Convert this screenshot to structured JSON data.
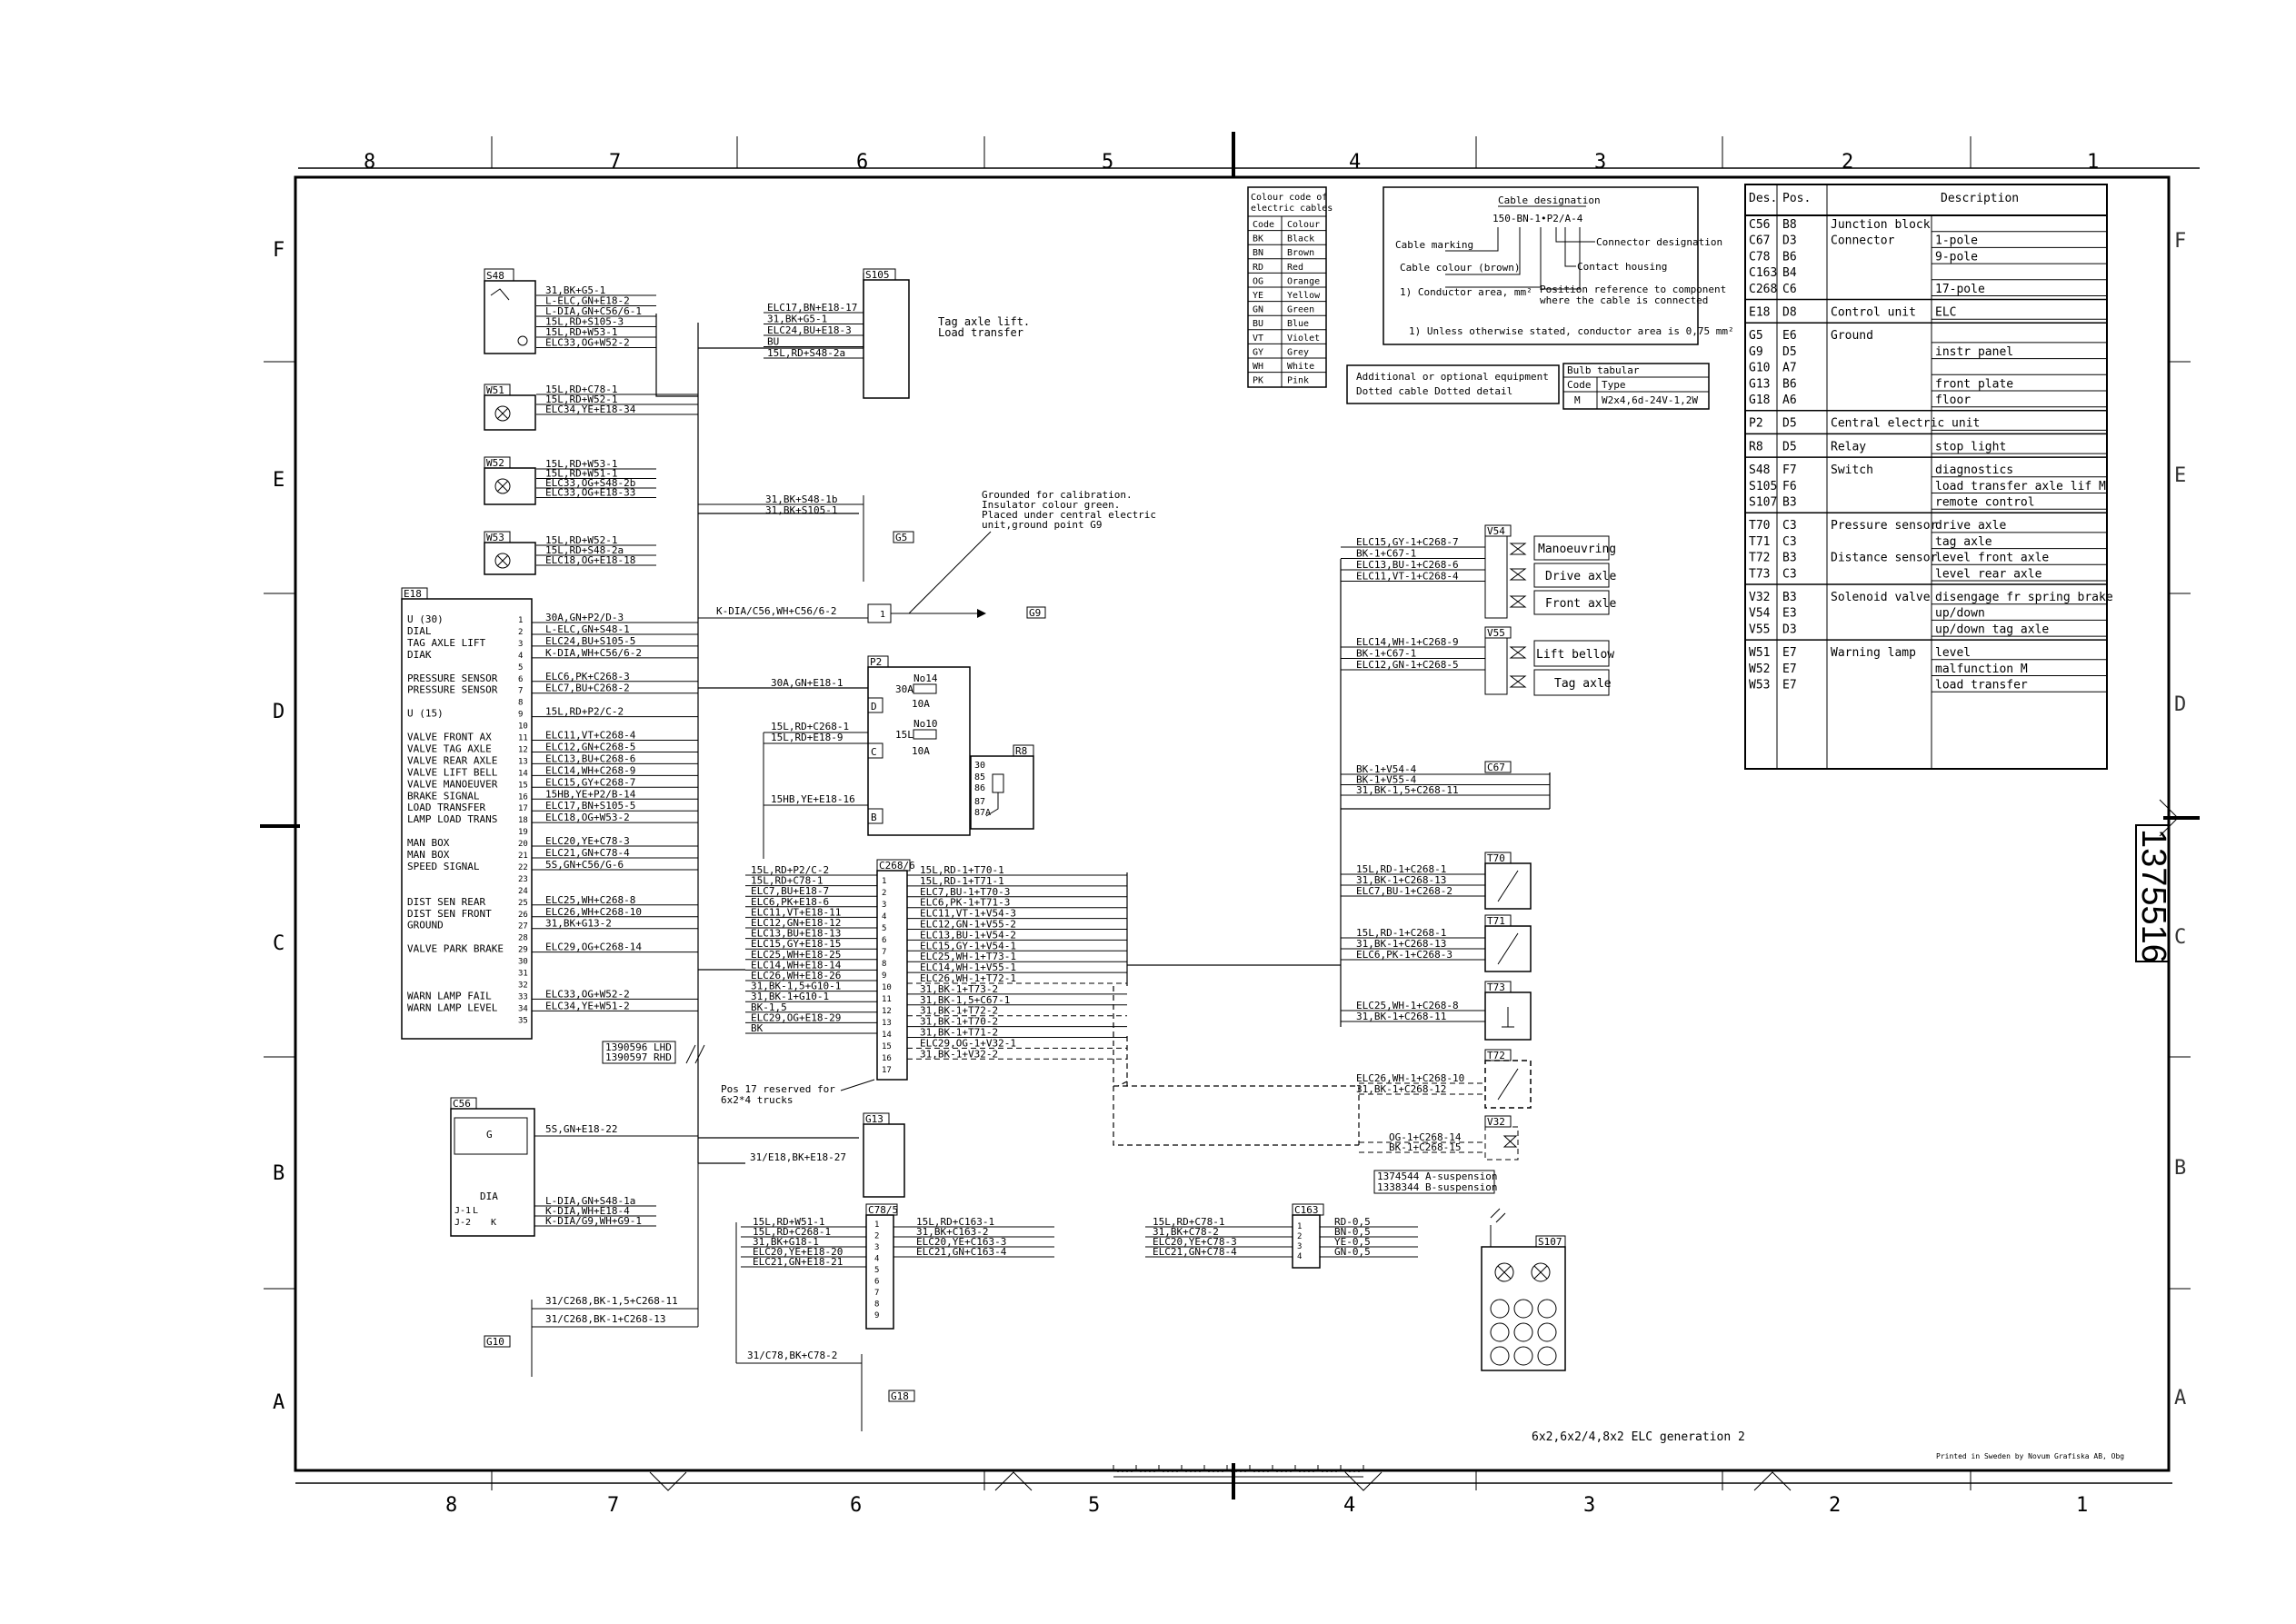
{
  "sheet": {
    "col_numbers": [
      "8",
      "7",
      "6",
      "5",
      "4",
      "3",
      "2",
      "1"
    ],
    "row_letters": [
      "F",
      "E",
      "D",
      "C",
      "B",
      "A"
    ],
    "drawing_number": "1375516",
    "footer_title": "6x2,6x2/4,8x2 ELC generation 2",
    "printer_note": "Printed in Sweden by Novum Grafiska AB, Obg",
    "variant_refs": [
      "1390596 LHD",
      "1390597 RHD"
    ],
    "suspension_refs": [
      "1374544 A-suspension",
      "1338344 B-suspension"
    ]
  },
  "colour_table": {
    "title": [
      "Colour code of",
      "electric cables"
    ],
    "header": [
      "Code",
      "Colour"
    ],
    "rows": [
      [
        "BK",
        "Black"
      ],
      [
        "BN",
        "Brown"
      ],
      [
        "RD",
        "Red"
      ],
      [
        "OG",
        "Orange"
      ],
      [
        "YE",
        "Yellow"
      ],
      [
        "GN",
        "Green"
      ],
      [
        "BU",
        "Blue"
      ],
      [
        "VT",
        "Violet"
      ],
      [
        "GY",
        "Grey"
      ],
      [
        "WH",
        "White"
      ],
      [
        "PK",
        "Pink"
      ]
    ]
  },
  "cable_legend": {
    "title": "Cable designation",
    "example": "150-BN-1•P2/A-4",
    "labels": [
      "Cable marking",
      "Cable colour (brown)",
      "1) Conductor area, mm²",
      "Connector designation",
      "Contact housing",
      "Position reference to component",
      "where the cable is connected"
    ],
    "note": "1) Unless otherwise stated, conductor area is 0,75 mm²"
  },
  "optional_box": [
    "Additional or optional equipment",
    "Dotted cable   Dotted detail"
  ],
  "bulb_table": {
    "title": "Bulb tabular",
    "header": [
      "Code",
      "Type"
    ],
    "rows": [
      [
        "M",
        "W2x4,6d-24V-1,2W"
      ]
    ]
  },
  "component_table": {
    "header": [
      "Des.",
      "Pos.",
      "Description"
    ],
    "rows": [
      [
        "C56",
        "B8",
        "Junction block",
        ""
      ],
      [
        "C67",
        "D3",
        "Connector",
        "1-pole"
      ],
      [
        "C78",
        "B6",
        "",
        "9-pole"
      ],
      [
        "C163",
        "B4",
        "",
        ""
      ],
      [
        "C268",
        "C6",
        "",
        "17-pole"
      ],
      [
        "E18",
        "D8",
        "Control unit",
        "ELC"
      ],
      [
        "G5",
        "E6",
        "Ground",
        ""
      ],
      [
        "G9",
        "D5",
        "",
        "instr panel"
      ],
      [
        "G10",
        "A7",
        "",
        ""
      ],
      [
        "G13",
        "B6",
        "",
        "front plate"
      ],
      [
        "G18",
        "A6",
        "",
        "floor"
      ],
      [
        "P2",
        "D5",
        "Central electric unit",
        ""
      ],
      [
        "R8",
        "D5",
        "Relay",
        "stop light"
      ],
      [
        "S48",
        "F7",
        "Switch",
        "diagnostics"
      ],
      [
        "S105",
        "F6",
        "",
        "load transfer axle lif M"
      ],
      [
        "S107",
        "B3",
        "",
        "remote control"
      ],
      [
        "T70",
        "C3",
        "Pressure sensor",
        "drive axle"
      ],
      [
        "T71",
        "C3",
        "",
        "tag axle"
      ],
      [
        "T72",
        "B3",
        "Distance sensor",
        "level front axle"
      ],
      [
        "T73",
        "C3",
        "",
        "level rear axle"
      ],
      [
        "V32",
        "B3",
        "Solenoid valve",
        "disengage fr spring brake"
      ],
      [
        "V54",
        "E3",
        "",
        "up/down"
      ],
      [
        "V55",
        "D3",
        "",
        "up/down tag axle"
      ],
      [
        "W51",
        "E7",
        "Warning lamp",
        "level"
      ],
      [
        "W52",
        "E7",
        "",
        "malfunction M"
      ],
      [
        "W53",
        "E7",
        "",
        "load transfer"
      ]
    ]
  },
  "components": {
    "S48": "S48",
    "W51": "W51",
    "W52": "W52",
    "W53": "W53",
    "E18": "E18",
    "S105": "S105",
    "G5": "G5",
    "G9": "G9",
    "P2": "P2",
    "R8": "R8",
    "C268": "C268/6",
    "G13": "G13",
    "C78": "C78/5",
    "C163": "C163",
    "S107": "S107",
    "G10": "G10",
    "G18": "G18",
    "C56": "C56",
    "V54": "V54",
    "V55": "V55",
    "C67": "C67",
    "T70": "T70",
    "T71": "T71",
    "T72": "T72",
    "T73": "T73",
    "V32": "V32"
  },
  "s48_wires": [
    "31,BK+G5-1",
    "L-ELC,GN+E18-2",
    "L-DIA,GN+C56/6-1",
    "15L,RD+S105-3",
    "15L,RD+W53-1",
    "ELC33,OG+W52-2"
  ],
  "w51_wires": [
    "15L,RD+C78-1",
    "15L,RD+W52-1",
    "ELC34,YE+E18-34"
  ],
  "w52_wires": [
    "15L,RD+W53-1",
    "15L,RD+W51-1",
    "ELC33,OG+S48-2b",
    "ELC33,OG+E18-33"
  ],
  "w53_wires": [
    "15L,RD+W52-1",
    "15L,RD+S48-2a",
    "ELC18,OG+E18-18"
  ],
  "s105_wires": [
    "ELC17,BN+E18-17",
    "31,BK+G5-1",
    "ELC24,BU+E18-3",
    "BU",
    "15L,RD+S48-2a"
  ],
  "s105_note": [
    "Tag axle lift.",
    "Load transfer"
  ],
  "g5_wires": [
    "31,BK+S48-1b",
    "31,BK+S105-1"
  ],
  "g9_note": [
    "Grounded for calibration.",
    "Insulator colour green.",
    "Placed under central electric",
    "unit,ground point G9"
  ],
  "kdia_wire": "K-DIA/C56,WH+C56/6-2",
  "p2_wires": [
    "30A,GN+E18-1",
    "15L,RD+C268-1",
    "15L,RD+E18-9",
    "15HB,YE+E18-16"
  ],
  "p2_fuses": [
    "No14",
    "30A",
    "10A",
    "No10",
    "15L",
    "10A"
  ],
  "e18_labels": [
    [
      "U (30)",
      "1"
    ],
    [
      "DIAL",
      "2"
    ],
    [
      "TAG AXLE LIFT",
      "3"
    ],
    [
      "DIAK",
      "4"
    ],
    [
      "",
      "5"
    ],
    [
      "PRESSURE SENSOR",
      "6"
    ],
    [
      "PRESSURE SENSOR",
      "7"
    ],
    [
      "",
      "8"
    ],
    [
      "U (15)",
      "9"
    ],
    [
      "",
      "10"
    ],
    [
      "VALVE FRONT AX",
      "11"
    ],
    [
      "VALVE TAG AXLE",
      "12"
    ],
    [
      "VALVE REAR AXLE",
      "13"
    ],
    [
      "VALVE LIFT BELL",
      "14"
    ],
    [
      "VALVE MANOEUVER",
      "15"
    ],
    [
      "BRAKE SIGNAL",
      "16"
    ],
    [
      "LOAD TRANSFER",
      "17"
    ],
    [
      "LAMP LOAD TRANS",
      "18"
    ],
    [
      "",
      "19"
    ],
    [
      "MAN BOX",
      "20"
    ],
    [
      "MAN BOX",
      "21"
    ],
    [
      "SPEED SIGNAL",
      "22"
    ],
    [
      "",
      "23"
    ],
    [
      "",
      "24"
    ],
    [
      "DIST SEN REAR",
      "25"
    ],
    [
      "DIST SEN FRONT",
      "26"
    ],
    [
      "GROUND",
      "27"
    ],
    [
      "",
      "28"
    ],
    [
      "VALVE PARK BRAKE",
      "29"
    ],
    [
      "",
      "30"
    ],
    [
      "",
      "31"
    ],
    [
      "",
      "32"
    ],
    [
      "WARN LAMP FAIL",
      "33"
    ],
    [
      "WARN LAMP LEVEL",
      "34"
    ],
    [
      "",
      "35"
    ]
  ],
  "e18_wires": [
    [
      "1",
      "30A,GN+P2/D-3"
    ],
    [
      "2",
      "L-ELC,GN+S48-1"
    ],
    [
      "3",
      "ELC24,BU+S105-5"
    ],
    [
      "4",
      "K-DIA,WH+C56/6-2"
    ],
    [
      "6",
      "ELC6,PK+C268-3"
    ],
    [
      "7",
      "ELC7,BU+C268-2"
    ],
    [
      "9",
      "15L,RD+P2/C-2"
    ],
    [
      "11",
      "ELC11,VT+C268-4"
    ],
    [
      "12",
      "ELC12,GN+C268-5"
    ],
    [
      "13",
      "ELC13,BU+C268-6"
    ],
    [
      "14",
      "ELC14,WH+C268-9"
    ],
    [
      "15",
      "ELC15,GY+C268-7"
    ],
    [
      "16",
      "15HB,YE+P2/B-14"
    ],
    [
      "17",
      "ELC17,BN+S105-5"
    ],
    [
      "18",
      "ELC18,OG+W53-2"
    ],
    [
      "20",
      "ELC20,YE+C78-3"
    ],
    [
      "21",
      "ELC21,GN+C78-4"
    ],
    [
      "22",
      "5S,GN+C56/G-6"
    ],
    [
      "25",
      "ELC25,WH+C268-8"
    ],
    [
      "26",
      "ELC26,WH+C268-10"
    ],
    [
      "27",
      "31,BK+G13-2"
    ],
    [
      "29",
      "ELC29,OG+C268-14"
    ],
    [
      "33",
      "ELC33,OG+W52-2"
    ],
    [
      "34",
      "ELC34,YE+W51-2"
    ]
  ],
  "c268_left": [
    "15L,RD+P2/C-2",
    "15L,RD+C78-1",
    "ELC7,BU+E18-7",
    "ELC6,PK+E18-6",
    "ELC11,VT+E18-11",
    "ELC12,GN+E18-12",
    "ELC13,BU+E18-13",
    "ELC15,GY+E18-15",
    "ELC25,WH+E18-25",
    "ELC14,WH+E18-14",
    "ELC26,WH+E18-26",
    "31,BK-1,5+G10-1",
    "31,BK-1+G10-1",
    "BK-1,5",
    "ELC29,OG+E18-29",
    "BK"
  ],
  "c268_right": [
    "15L,RD-1+T70-1",
    "15L,RD-1+T71-1",
    "ELC7,BU-1+T70-3",
    "ELC6,PK-1+T71-3",
    "ELC11,VT-1+V54-3",
    "ELC12,GN-1+V55-2",
    "ELC13,BU-1+V54-2",
    "ELC15,GY-1+V54-1",
    "ELC25,WH-1+T73-1",
    "ELC14,WH-1+V55-1",
    "ELC26,WH-1+T72-1",
    "31,BK-1+T73-2",
    "31,BK-1,5+C67-1",
    "31,BK-1+T72-2",
    "31,BK-1+T70-2",
    "31,BK-1+T71-2",
    "ELC29,OG-1+V32-1",
    "31,BK-1+V32-2"
  ],
  "c268_pins": [
    "1",
    "2",
    "3",
    "4",
    "5",
    "6",
    "7",
    "8",
    "9",
    "10",
    "11",
    "12",
    "13",
    "14",
    "15",
    "16",
    "17"
  ],
  "pos17_note": [
    "Pos 17 reserved for",
    "6x2*4 trucks"
  ],
  "g13_wire": "31/E18,BK+E18-27",
  "c78_left": [
    "15L,RD+W51-1",
    "15L,RD+C268-1",
    "31,BK+G18-1",
    "ELC20,YE+E18-20",
    "ELC21,GN+E18-21"
  ],
  "c78_right": [
    "15L,RD+C163-1",
    "31,BK+C163-2",
    "ELC20,YE+C163-3",
    "ELC21,GN+C163-4"
  ],
  "c163_left": [
    "15L,RD+C78-1",
    "31,BK+C78-2",
    "ELC20,YE+C78-3",
    "ELC21,GN+C78-4"
  ],
  "c163_right": [
    "RD-0,5",
    "BN-0,5",
    "YE-0,5",
    "GN-0,5"
  ],
  "g10_wires": [
    "31/C268,BK-1,5+C268-11",
    "31/C268,BK-1+C268-13"
  ],
  "g18_wire": "31/C78,BK+C78-2",
  "c56_wires": [
    "5S,GN+E18-22",
    "L-DIA,GN+S48-1a",
    "K-DIA,WH+E18-4",
    "K-DIA/G9,WH+G9-1"
  ],
  "c56_labels": [
    "G",
    "DIA",
    "J-1",
    "L",
    "J-2",
    "K"
  ],
  "v54_labels": [
    "Manoeuvring",
    "Drive axle",
    "Front axle"
  ],
  "v54_wires": [
    "ELC15,GY-1+C268-7",
    "BK-1+C67-1",
    "ELC13,BU-1+C268-6",
    "ELC11,VT-1+C268-4"
  ],
  "v55_labels": [
    "Lift bellow",
    "Tag axle"
  ],
  "v55_wires": [
    "ELC14,WH-1+C268-9",
    "BK-1+C67-1",
    "ELC12,GN-1+C268-5"
  ],
  "c67_wires": [
    "BK-1+V54-4",
    "BK-1+V55-4",
    "31,BK-1,5+C268-11"
  ],
  "t70_wires": [
    "15L,RD-1+C268-1",
    "31,BK-1+C268-13",
    "ELC7,BU-1+C268-2"
  ],
  "t71_wires": [
    "15L,RD-1+C268-1",
    "31,BK-1+C268-13",
    "ELC6,PK-1+C268-3"
  ],
  "t73_wires": [
    "ELC25,WH-1+C268-8",
    "31,BK-1+C268-11"
  ],
  "t72_wires": [
    "ELC26,WH-1+C268-10",
    "31,BK-1+C268-12"
  ],
  "v32_wires": [
    "OG-1+C268-14",
    "BK-1+C268-15"
  ]
}
